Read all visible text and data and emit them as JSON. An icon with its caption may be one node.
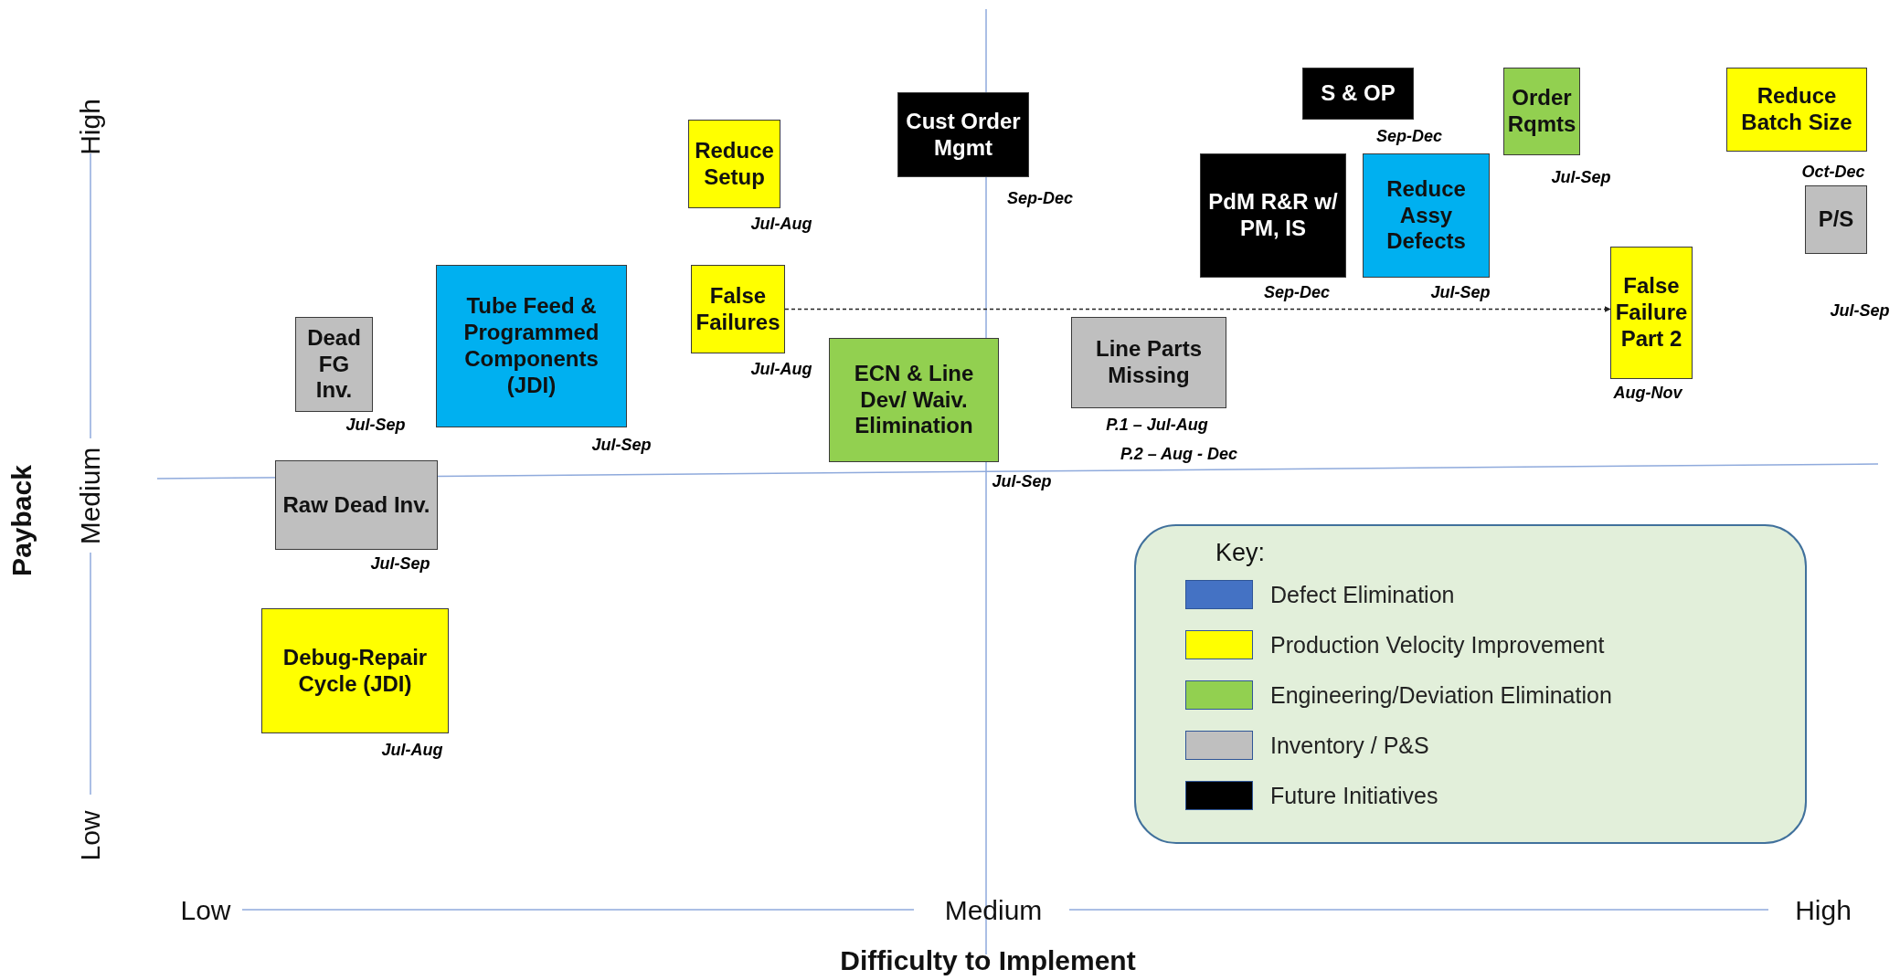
{
  "diagram": {
    "nodes": [
      {
        "text": [
          "S & OP"
        ],
        "beside": [
          "Sep-Dec"
        ]
      },
      {
        "text": [
          "Order Rqmts"
        ],
        "beside": [
          "Jul-Sep"
        ]
      },
      {
        "text": [
          "Reduce Batch Size"
        ],
        "beside": [
          "Oct-Dec"
        ]
      },
      {
        "text": [
          "Cust Order Mgmt"
        ],
        "beside": [
          "Sep-Dec"
        ]
      },
      {
        "text": [
          "Reduce Setup"
        ],
        "beside": [
          "Jul-Aug"
        ]
      },
      {
        "text": [
          "PdM R&R w/ PM, IS"
        ],
        "beside": [
          "Sep-Dec"
        ]
      },
      {
        "text": [
          "Reduce Assy Defects"
        ],
        "beside": [
          "Jul-Sep"
        ]
      },
      {
        "text": [
          "P/S"
        ],
        "beside": [
          "Jul-Sep"
        ]
      },
      {
        "text": [
          "Tube Feed & Programmed Components (JDI)"
        ],
        "beside": [
          "Jul-Sep"
        ]
      },
      {
        "text": [
          "False Failures"
        ],
        "beside": [
          "Jul-Aug"
        ]
      },
      {
        "text": [
          "False Failure Part 2"
        ],
        "beside": [
          "Aug-Nov"
        ]
      },
      {
        "text": [
          "Dead FG Inv."
        ],
        "beside": [
          "Jul-Sep"
        ]
      },
      {
        "text": [
          "Line Parts Missing"
        ],
        "beside": [
          "P.1 – Jul-Aug",
          "P.2 – Aug - Dec"
        ]
      },
      {
        "text": [
          "ECN & Line Dev/ Waiv. Elimination"
        ],
        "beside": [
          "Jul-Sep"
        ]
      },
      {
        "text": [
          "Raw Dead Inv."
        ],
        "beside": [
          "Jul-Sep"
        ]
      },
      {
        "text": [
          "Debug-Repair Cycle (JDI)"
        ],
        "beside": [
          "Jul-Aug"
        ]
      }
    ],
    "edges": [
      {
        "from": 9,
        "to": 10,
        "arrow": "to",
        "style": "dashed"
      }
    ],
    "labels": [
      "High",
      "Medium",
      "Low",
      "Payback",
      "Low",
      "Medium",
      "High",
      "Difficulty to Implement",
      "Key:"
    ],
    "legend": [
      {
        "text": "Defect Elimination",
        "color": "#4472c4"
      },
      {
        "text": "Production Velocity Improvement",
        "color": "#ffff00"
      },
      {
        "text": "Engineering/Deviation Elimination",
        "color": "#92d050"
      },
      {
        "text": "Inventory / P&S",
        "color": "#bfbfbf"
      },
      {
        "text": "Future Initiatives",
        "color": "#000000"
      }
    ]
  }
}
